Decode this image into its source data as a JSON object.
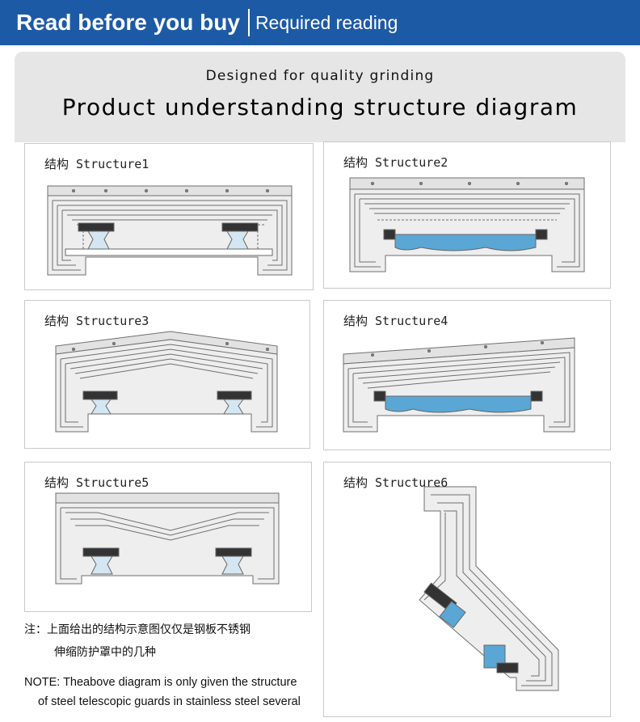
{
  "header": {
    "title": "Read before you buy",
    "subtitle": "Required reading"
  },
  "intro": {
    "tagline": "Designed for quality grinding",
    "title": "Product understanding structure diagram"
  },
  "structures": [
    {
      "label": "结构 Structure1"
    },
    {
      "label": "结构 Structure2"
    },
    {
      "label": "结构 Structure3"
    },
    {
      "label": "结构 Structure4"
    },
    {
      "label": "结构 Structure5"
    },
    {
      "label": "结构 Structure6"
    }
  ],
  "notes": {
    "cn_line1": "注：上面给出的结构示意图仅仅是钢板不锈钢",
    "cn_line2": "伸缩防护罩中的几种",
    "en_line1": "NOTE:  Theabove diagram is only given the structure",
    "en_line2": "of steel  telescopic guards in stainless steel several"
  },
  "colors": {
    "header_bg": "#1d5aa6",
    "heading_bg": "#e6e6e6",
    "guard_fill": "#eeeeee",
    "guard_line": "#6f6f6f",
    "rail_fill": "#d4e6f2",
    "table_fill": "#5aa7d6"
  }
}
